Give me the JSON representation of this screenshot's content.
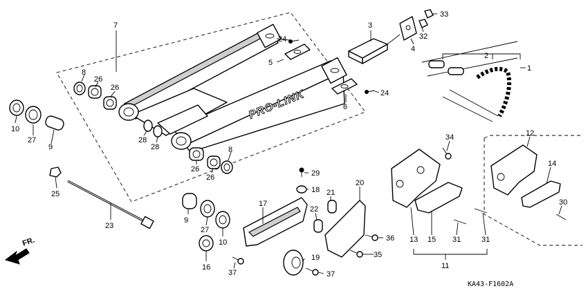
{
  "diagram": {
    "code": "KA43-F1602A",
    "direction_label": "FR.",
    "brand_label": "PRO-LINK"
  },
  "callouts": [
    {
      "id": "c1",
      "text": "1"
    },
    {
      "id": "c2",
      "text": "2"
    },
    {
      "id": "c3",
      "text": "3"
    },
    {
      "id": "c4",
      "text": "4"
    },
    {
      "id": "c5",
      "text": "5"
    },
    {
      "id": "c6",
      "text": "6"
    },
    {
      "id": "c7",
      "text": "7"
    },
    {
      "id": "c8a",
      "text": "8"
    },
    {
      "id": "c8b",
      "text": "8"
    },
    {
      "id": "c9a",
      "text": "9"
    },
    {
      "id": "c9b",
      "text": "9"
    },
    {
      "id": "c10a",
      "text": "10"
    },
    {
      "id": "c10b",
      "text": "10"
    },
    {
      "id": "c11",
      "text": "11"
    },
    {
      "id": "c12",
      "text": "12"
    },
    {
      "id": "c13",
      "text": "13"
    },
    {
      "id": "c14",
      "text": "14"
    },
    {
      "id": "c15",
      "text": "15"
    },
    {
      "id": "c16",
      "text": "16"
    },
    {
      "id": "c17",
      "text": "17"
    },
    {
      "id": "c18",
      "text": "18"
    },
    {
      "id": "c19",
      "text": "19"
    },
    {
      "id": "c20",
      "text": "20"
    },
    {
      "id": "c21",
      "text": "21"
    },
    {
      "id": "c22",
      "text": "22"
    },
    {
      "id": "c23",
      "text": "23"
    },
    {
      "id": "c24a",
      "text": "24"
    },
    {
      "id": "c24b",
      "text": "24"
    },
    {
      "id": "c25",
      "text": "25"
    },
    {
      "id": "c26a",
      "text": "26"
    },
    {
      "id": "c26b",
      "text": "26"
    },
    {
      "id": "c26c",
      "text": "26"
    },
    {
      "id": "c26d",
      "text": "26"
    },
    {
      "id": "c27a",
      "text": "27"
    },
    {
      "id": "c27b",
      "text": "27"
    },
    {
      "id": "c28a",
      "text": "28"
    },
    {
      "id": "c28b",
      "text": "28"
    },
    {
      "id": "c29",
      "text": "29"
    },
    {
      "id": "c30",
      "text": "30"
    },
    {
      "id": "c31a",
      "text": "31"
    },
    {
      "id": "c31b",
      "text": "31"
    },
    {
      "id": "c32",
      "text": "32"
    },
    {
      "id": "c33",
      "text": "33"
    },
    {
      "id": "c34",
      "text": "34"
    },
    {
      "id": "c35",
      "text": "35"
    },
    {
      "id": "c36",
      "text": "36"
    },
    {
      "id": "c37a",
      "text": "37"
    },
    {
      "id": "c37b",
      "text": "37"
    }
  ]
}
